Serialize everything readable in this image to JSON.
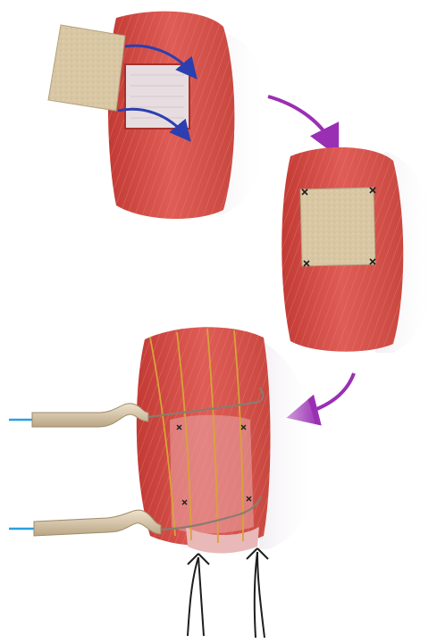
{
  "figure": {
    "panels": [
      {
        "id": "graft-placement",
        "content": "muscle-with-window-and-graft"
      },
      {
        "id": "graft-sutured",
        "content": "muscle-with-graft-corner-sutures"
      },
      {
        "id": "electrodes-placed",
        "content": "sutured-muscle-with-two-lead-electrodes"
      }
    ],
    "arrows": [
      {
        "id": "graft-insertion-arrows",
        "color": "#2b3fb0",
        "count": 2
      },
      {
        "id": "sequence-arrows",
        "color": "#9a2fb4",
        "count": 2
      }
    ],
    "colors": {
      "muscle": "#d8534f",
      "muscle_dark": "#b8342f",
      "graft": "#d9c7a4",
      "fascia": "#e9e6ec",
      "lead": "#d7c6a6",
      "lead_tip": "#2aa0e0",
      "suture": "#1e1e1e",
      "wire": "#d9a23a"
    },
    "icons": [
      "curved-arrow-icon",
      "suture-icon",
      "electrode-lead-icon"
    ]
  }
}
